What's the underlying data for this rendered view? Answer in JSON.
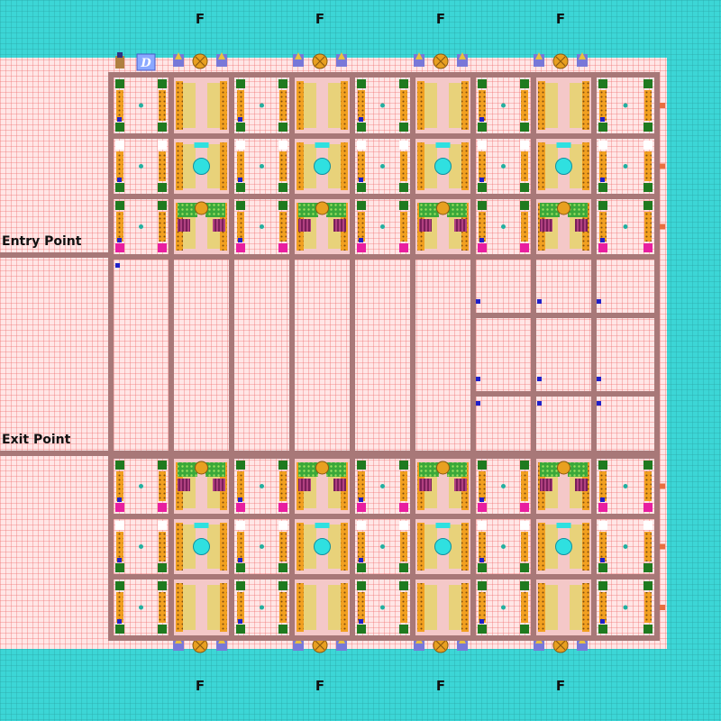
{
  "map": {
    "labels": {
      "entry": "Entry Point",
      "exit": "Exit Point"
    },
    "gate_letter": "F",
    "depot_letter": "D",
    "colors": {
      "ground": "#ffe6e6",
      "grid_red": "#f07070",
      "water": "#3cd6d6",
      "grid_water": "#2aa8a8",
      "road": "#a87878",
      "wall": "#b08080",
      "bed": "#e8d27a",
      "crop": "#f2a020",
      "pillar": "#1f7a1f",
      "magenta": "#e81ea0",
      "plant": "#3aa83a",
      "rack": "#7a1f5a",
      "pool": "#2fe0e0",
      "marker": "#2020c8",
      "dot": "#22b0a0",
      "gate": "#e8a020",
      "gate_side": "#7878d8",
      "stone": "#e87040"
    }
  }
}
